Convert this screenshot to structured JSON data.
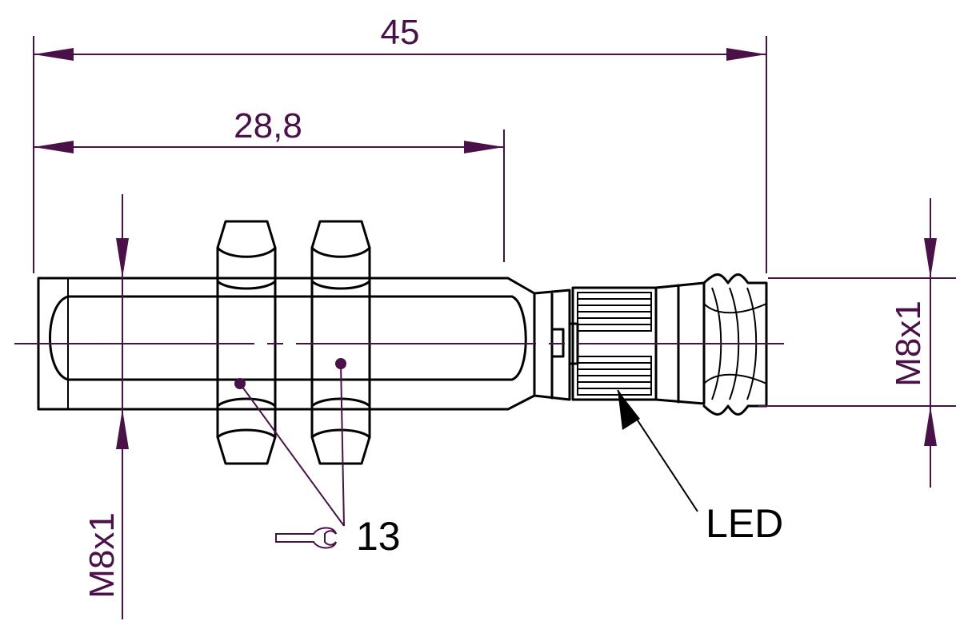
{
  "dimensions": {
    "overall_length": "45",
    "housing_length": "28,8",
    "thread_left": "M8x1",
    "thread_right": "M8x1"
  },
  "callouts": {
    "wrench_size": "13",
    "led": "LED"
  },
  "icons": {
    "wrench": "wrench-icon"
  },
  "colors": {
    "dimension": "#4a1048",
    "object": "#000000",
    "background": "#ffffff"
  }
}
